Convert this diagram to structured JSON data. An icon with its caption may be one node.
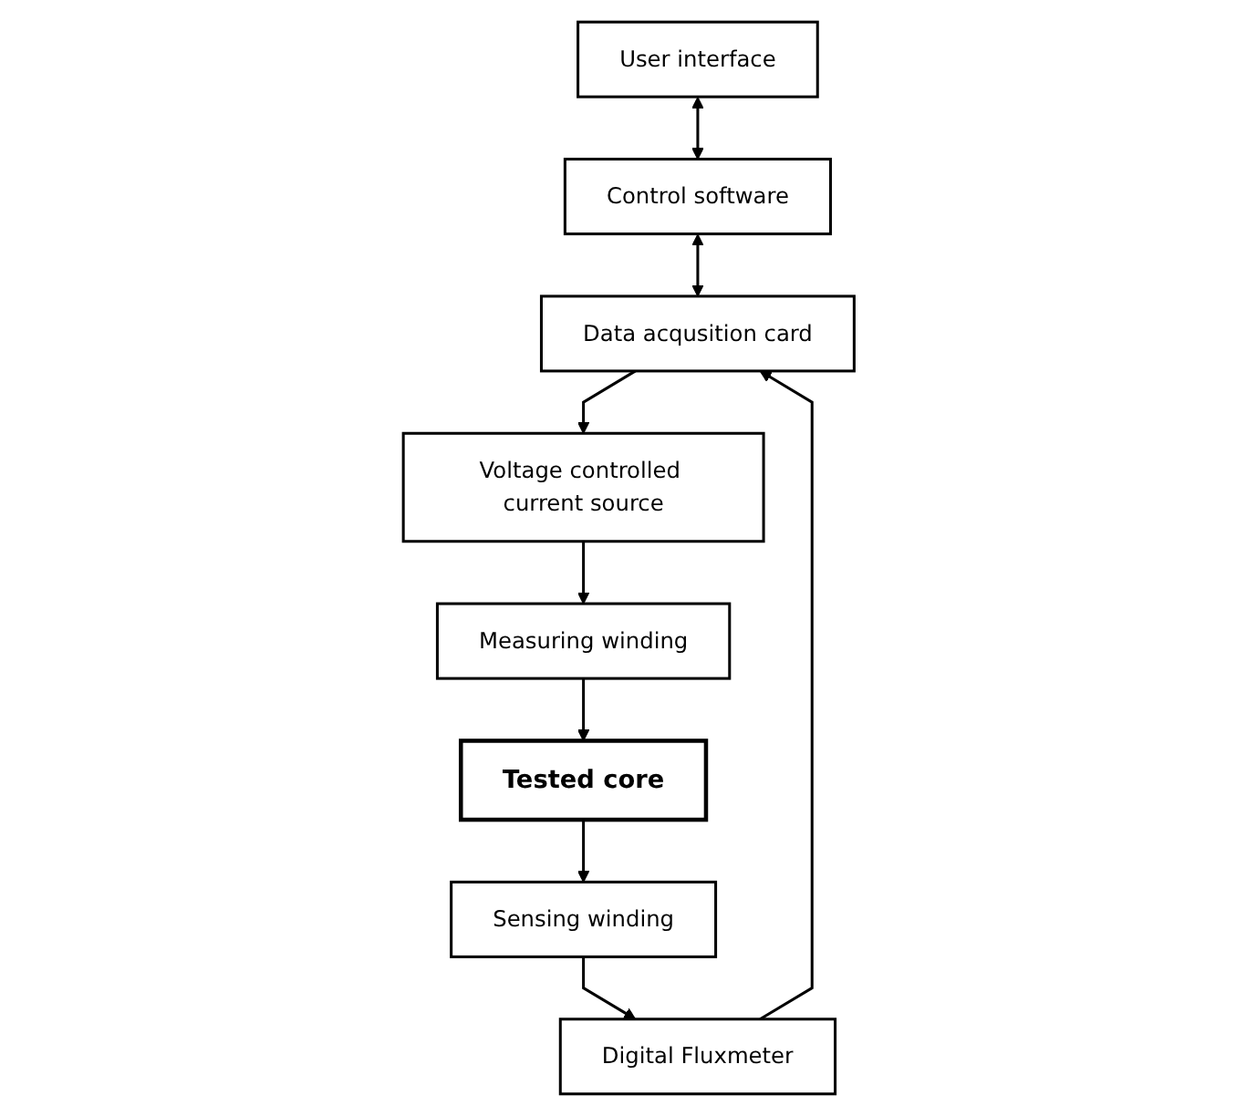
{
  "diagram": {
    "nodes": [
      {
        "text": [
          "User interface"
        ]
      },
      {
        "text": [
          "Control software"
        ]
      },
      {
        "text": [
          "Digital Fluxmeter"
        ]
      },
      {
        "text": [
          "Data acqusition card"
        ]
      },
      {
        "text": [
          "Voltage controlled current source"
        ]
      },
      {
        "text": [
          "Sensing winding"
        ]
      },
      {
        "text": [
          "Tested core"
        ]
      },
      {
        "text": [
          "Measuring winding"
        ]
      }
    ],
    "edges": [
      {
        "from": 0,
        "to": 1,
        "arrow": "both"
      },
      {
        "from": 1,
        "to": 3,
        "arrow": "both"
      },
      {
        "from": 2,
        "to": 3,
        "arrow": "to"
      },
      {
        "from": 3,
        "to": 4,
        "arrow": "to"
      },
      {
        "from": 4,
        "to": 7,
        "arrow": "to"
      },
      {
        "from": 7,
        "to": 6,
        "arrow": "to"
      },
      {
        "from": 6,
        "to": 5,
        "arrow": "to"
      },
      {
        "from": 5,
        "to": 2,
        "arrow": "to"
      }
    ]
  }
}
